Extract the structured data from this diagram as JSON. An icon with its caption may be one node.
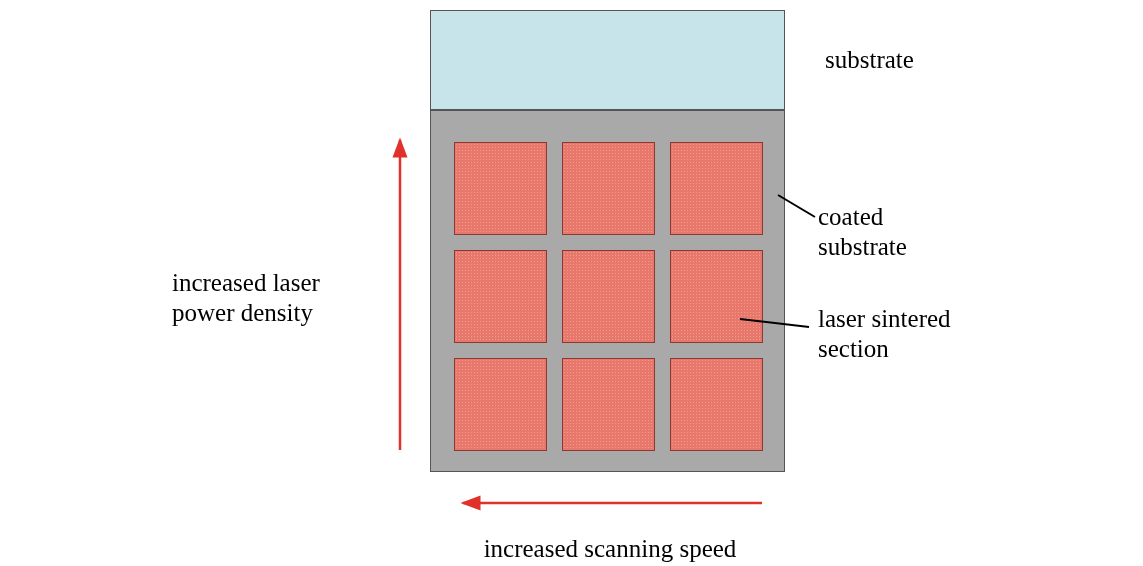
{
  "diagram": {
    "nodes": [
      {
        "text": [],
        "shape": "box",
        "beside": [
          "substrate"
        ]
      },
      {
        "text": [],
        "shape": "box"
      },
      {
        "text": [],
        "shape": "box",
        "in": 1
      },
      {
        "text": [],
        "shape": "box",
        "in": 1
      },
      {
        "text": [],
        "shape": "box",
        "in": 1
      },
      {
        "text": [],
        "shape": "box",
        "in": 1
      },
      {
        "text": [],
        "shape": "box",
        "in": 1
      },
      {
        "text": [],
        "shape": "box",
        "in": 1
      },
      {
        "text": [],
        "shape": "box",
        "in": 1
      },
      {
        "text": [],
        "shape": "box",
        "in": 1
      },
      {
        "text": [],
        "shape": "box",
        "in": 1
      },
      {
        "text": [
          "coated substrate"
        ]
      },
      {
        "text": [
          "laser sintered section"
        ]
      }
    ],
    "edges": [
      {
        "from": 11,
        "to": 1,
        "arrow": "none"
      },
      {
        "from": 12,
        "to": 7,
        "arrow": "none"
      }
    ],
    "labels": [
      "increased laser power density",
      "increased scanning speed"
    ]
  }
}
